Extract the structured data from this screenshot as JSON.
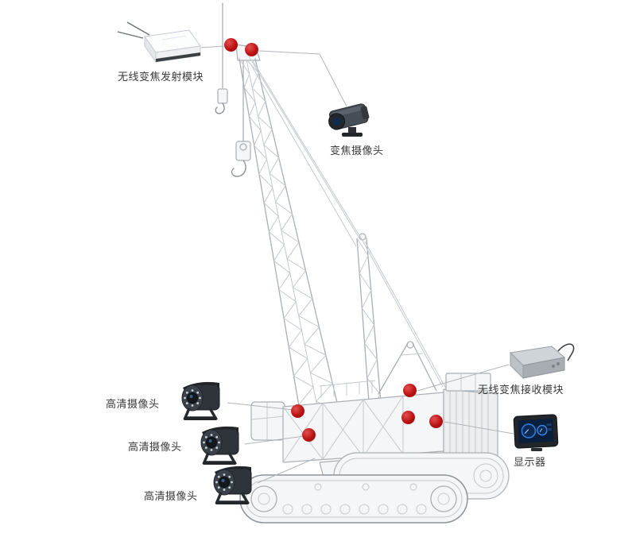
{
  "diagram": {
    "devices": [
      {
        "id": "wireless-zoom-transmitter",
        "label": "无线变焦发射模块"
      },
      {
        "id": "zoom-camera",
        "label": "变焦摄像头"
      },
      {
        "id": "wireless-zoom-receiver",
        "label": "无线变焦接收模块"
      },
      {
        "id": "monitor",
        "label": "显示器"
      },
      {
        "id": "hd-camera-1",
        "label": "高清摄像头"
      },
      {
        "id": "hd-camera-2",
        "label": "高清摄像头"
      },
      {
        "id": "hd-camera-3",
        "label": "高清摄像头"
      }
    ],
    "marker": {
      "color": "#bb1111",
      "count": 7
    }
  }
}
